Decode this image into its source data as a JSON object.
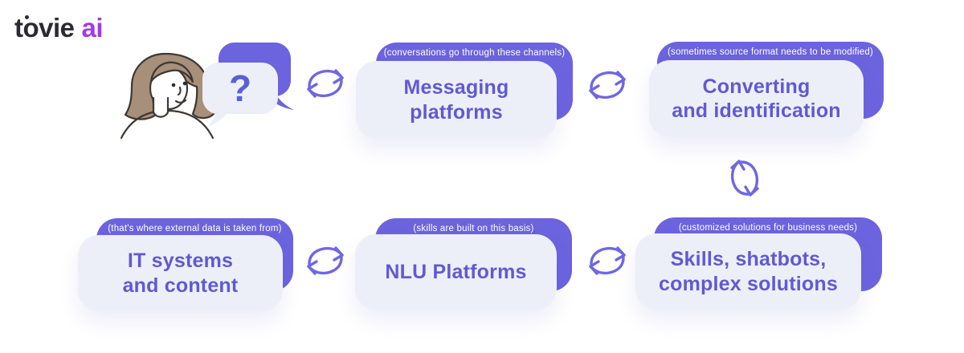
{
  "logo": {
    "primary": "tovie",
    "secondary": "ai"
  },
  "bubble": {
    "question_mark": "?"
  },
  "nodes": [
    {
      "id": "messaging-platforms",
      "caption": "(conversations go through these channels)",
      "title": "Messaging\nplatforms"
    },
    {
      "id": "converting-identification",
      "caption": "(sometimes source format needs to be modified)",
      "title": "Converting\nand identification"
    },
    {
      "id": "it-systems-content",
      "caption": "(that's where external data is taken from)",
      "title": "IT systems\nand content"
    },
    {
      "id": "nlu-platforms",
      "caption": "(skills are built on this basis)",
      "title": "NLU Platforms"
    },
    {
      "id": "skills-chatbots-solutions",
      "caption": "(customized solutions for business needs)",
      "title": "Skills, shatbots,\ncomplex solutions"
    }
  ],
  "colors": {
    "accent_purple": "#6C63DE",
    "panel_light": "#EDEFF8",
    "title_text": "#6159D1",
    "caption_text": "#FFFFFF",
    "arrow_purple": "#6F67E0",
    "question_mark": "#5A5FD6",
    "logo_dark": "#2B2A33",
    "logo_purple": "#A33BE2",
    "hair_brown": "#A78F7A"
  }
}
